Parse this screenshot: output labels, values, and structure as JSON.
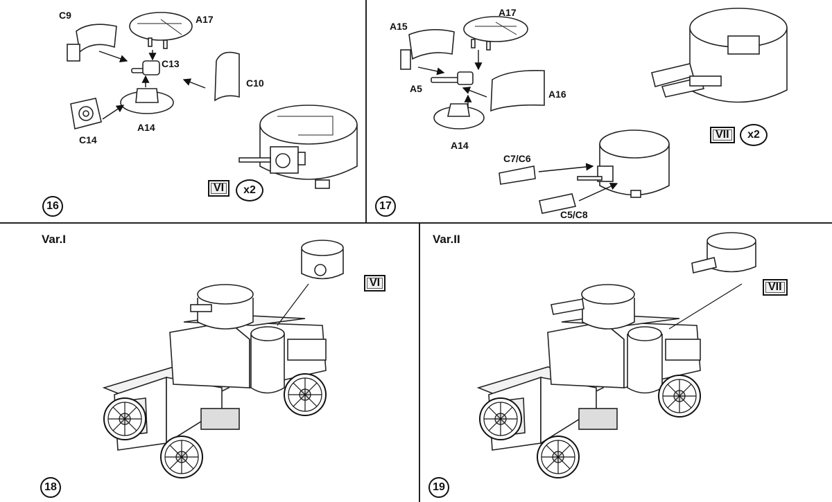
{
  "steps": {
    "s16": {
      "number": "16",
      "subassembly": "VI",
      "multiplier": "x2",
      "parts": {
        "c9": "C9",
        "a17": "A17",
        "c13": "C13",
        "c10": "C10",
        "a14": "A14",
        "c14": "C14"
      }
    },
    "s17": {
      "number": "17",
      "subassembly": "VII",
      "multiplier": "x2",
      "parts": {
        "a15": "A15",
        "a17": "A17",
        "a5": "A5",
        "a16": "A16",
        "a14": "A14",
        "c7c6": "C7/C6",
        "c5c8": "C5/C8"
      }
    },
    "s18": {
      "number": "18",
      "variant": "Var.I",
      "subassembly": "VI"
    },
    "s19": {
      "number": "19",
      "variant": "Var.II",
      "subassembly": "VII"
    }
  },
  "colors": {
    "line": "#222222",
    "fill": "#ffffff",
    "shade": "#e8e8e8"
  }
}
